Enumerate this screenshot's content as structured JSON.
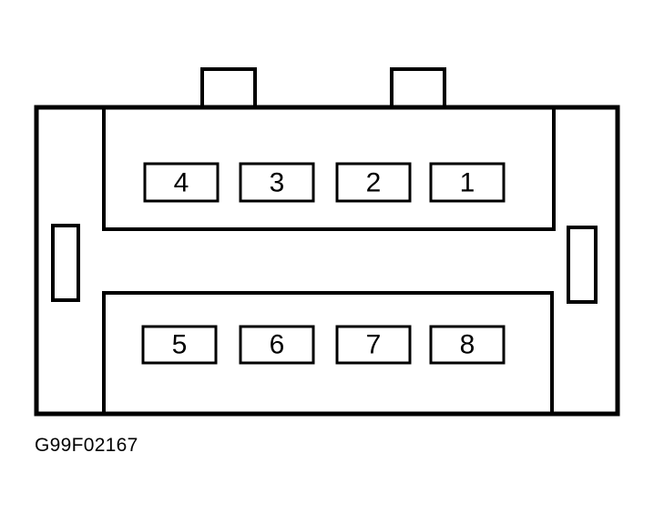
{
  "figure_id": "G99F02167",
  "connector": {
    "top_row_pins": [
      "4",
      "3",
      "2",
      "1"
    ],
    "bottom_row_pins": [
      "5",
      "6",
      "7",
      "8"
    ]
  },
  "colors": {
    "line": "#000000",
    "background": "#ffffff"
  }
}
